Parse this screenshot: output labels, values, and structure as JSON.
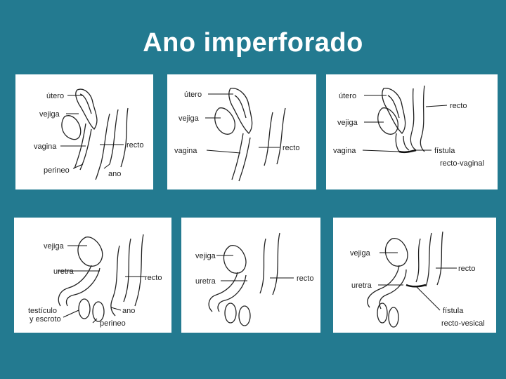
{
  "title": "Ano imperforado",
  "panels": [
    {
      "id": "p1",
      "labels": {
        "utero": "útero",
        "vejiga": "vejiga",
        "vagina": "vagina",
        "recto": "recto",
        "perineo": "perineo",
        "ano": "ano"
      }
    },
    {
      "id": "p2",
      "labels": {
        "utero": "útero",
        "vejiga": "vejiga",
        "vagina": "vagina",
        "recto": "recto"
      }
    },
    {
      "id": "p3",
      "labels": {
        "utero": "útero",
        "vejiga": "vejiga",
        "vagina": "vagina",
        "recto": "recto",
        "fistula1": "fístula",
        "fistula2": "recto-vaginal"
      }
    },
    {
      "id": "p4",
      "labels": {
        "vejiga": "vejiga",
        "uretra": "uretra",
        "recto": "recto",
        "testiculo": "testículo",
        "escroto": "y escroto",
        "ano": "ano",
        "perineo": "perineo"
      }
    },
    {
      "id": "p5",
      "labels": {
        "vejiga": "vejiga",
        "uretra": "uretra",
        "recto": "recto"
      }
    },
    {
      "id": "p6",
      "labels": {
        "vejiga": "vejiga",
        "uretra": "uretra",
        "recto": "recto",
        "fistula1": "fístula",
        "fistula2": "recto-vesical"
      }
    }
  ]
}
